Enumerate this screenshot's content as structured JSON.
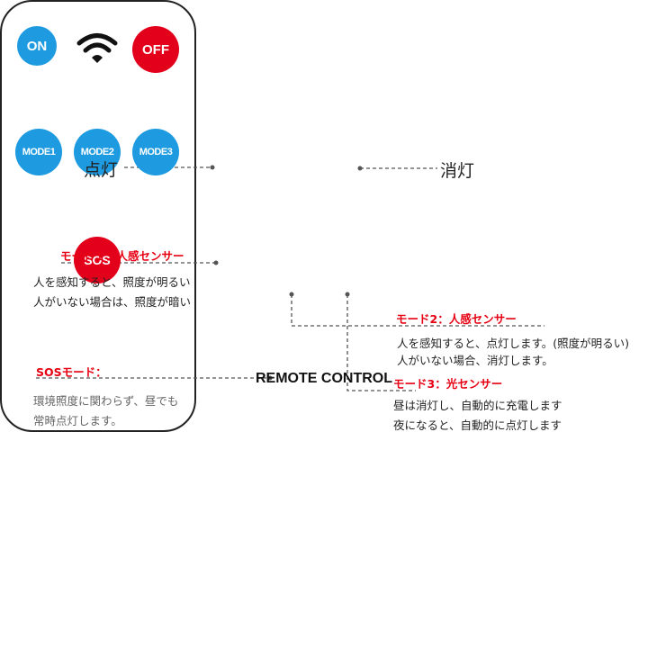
{
  "remote": {
    "title": "REMOTE CONTROL",
    "buttons": {
      "on": "ON",
      "off": "OFF",
      "mode1": "MODE1",
      "mode2": "MODE2",
      "mode3": "MODE3",
      "sos": "SOS"
    }
  },
  "labels": {
    "on": "点灯",
    "off": "消灯",
    "mode1_title": "モード１：人感センサー",
    "mode1_line1": "人を感知すると、照度が明るい",
    "mode1_line2": "人がいない場合は、照度が暗い",
    "mode2_title": "モード2：人感センサー",
    "mode2_line1": "人を感知すると、点灯します。(照度が明るい)",
    "mode2_line2": "人がいない場合、消灯します。",
    "mode3_title": "モード3：光センサー",
    "mode3_line1": "昼は消灯し、自動的に充電します",
    "mode3_line2": "夜になると、自動的に点灯します",
    "sos_title": "SOSモード：",
    "sos_line1": "環境照度に関わらず、昼でも",
    "sos_line2": "常時点灯します。"
  },
  "colors": {
    "blue_button": "#1e9be0",
    "red_button": "#e3001b",
    "annotation_red": "#e60012"
  },
  "icons": {
    "signal": "wifi-signal-icon"
  }
}
